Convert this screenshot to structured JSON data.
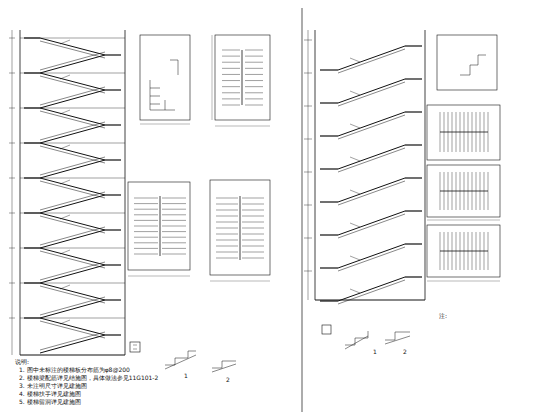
{
  "diagram": {
    "labels": [
      "说明:",
      "1. 图中未标注的楼梯板分布筋为φ8@200",
      "2. 楼梯梁配筋详见结施图，具体做法参见11G101-2",
      "3. 未注明尺寸详见建施图",
      "4. 楼梯扶手详见建施图",
      "5. 楼梯留洞详见建施图",
      "1",
      "2",
      "注:",
      "1",
      "2"
    ]
  }
}
